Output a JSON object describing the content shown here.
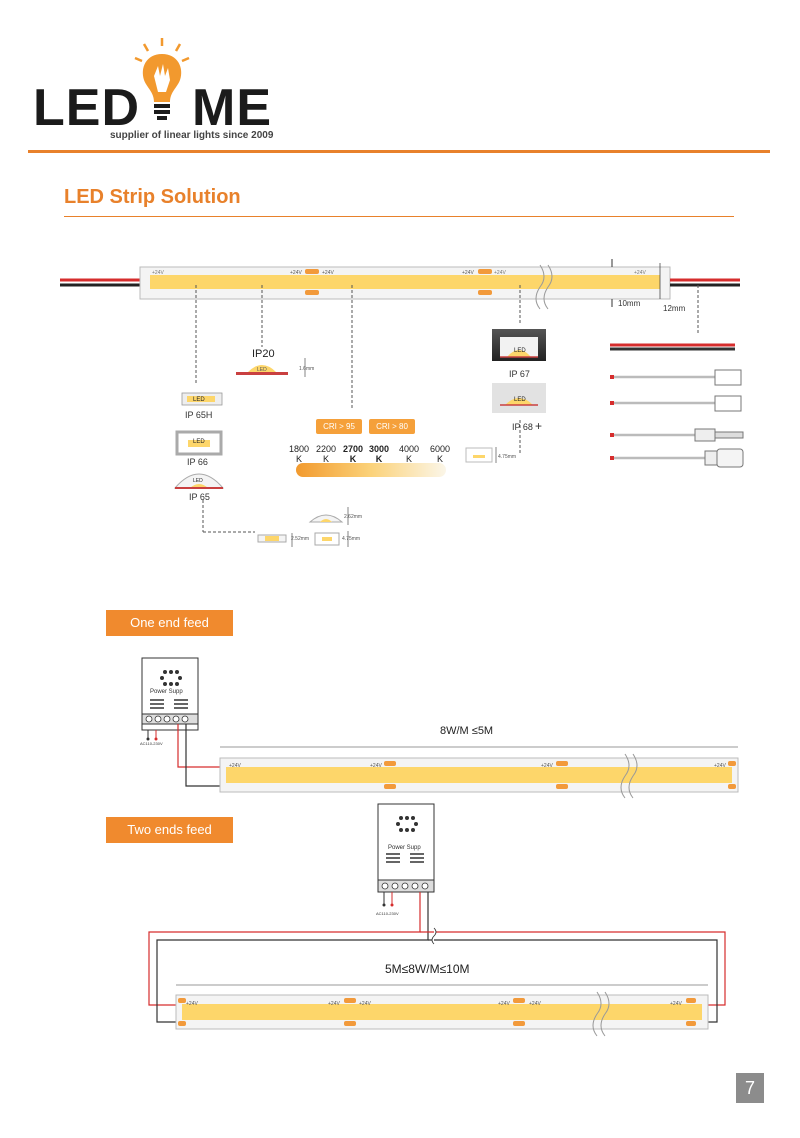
{
  "brand": {
    "name_part1": "LED",
    "name_part2": "ME",
    "tagline": "supplier of linear lights since 2009",
    "accent_color": "#e8812b"
  },
  "section_title": "LED Strip Solution",
  "strip_labels": {
    "plus": "+24V",
    "minus": "-"
  },
  "dimensions": {
    "end_gap": "10mm",
    "end_cap": "12mm",
    "h1": "1.6mm",
    "h2": "2.62mm",
    "h3": "2.52mm",
    "h4": "4.75mm",
    "h5": "4.75mm"
  },
  "ip_ratings": {
    "ip20": "IP20",
    "ip65h": "IP 65H",
    "ip66": "IP 66",
    "ip65": "IP 65",
    "ip67": "IP 67",
    "ip68": "IP 68",
    "led": "LED"
  },
  "cri": {
    "cri95": "CRI > 95",
    "cri80": "CRI > 80"
  },
  "cct": [
    {
      "value": "1800",
      "unit": "K"
    },
    {
      "value": "2200",
      "unit": "K"
    },
    {
      "value": "2700",
      "unit": "K"
    },
    {
      "value": "3000",
      "unit": "K"
    },
    {
      "value": "4000",
      "unit": "K"
    },
    {
      "value": "6000",
      "unit": "K"
    }
  ],
  "one_end_feed": {
    "label": "One end feed",
    "spec": "8W/M ≤5M",
    "psu": "Power Supp",
    "ac": "AC110-230V"
  },
  "two_ends_feed": {
    "label": "Two ends feed",
    "spec": "5M≤8W/M≤10M",
    "psu": "Power Supp",
    "ac": "AC110-230V"
  },
  "page_number": "7"
}
